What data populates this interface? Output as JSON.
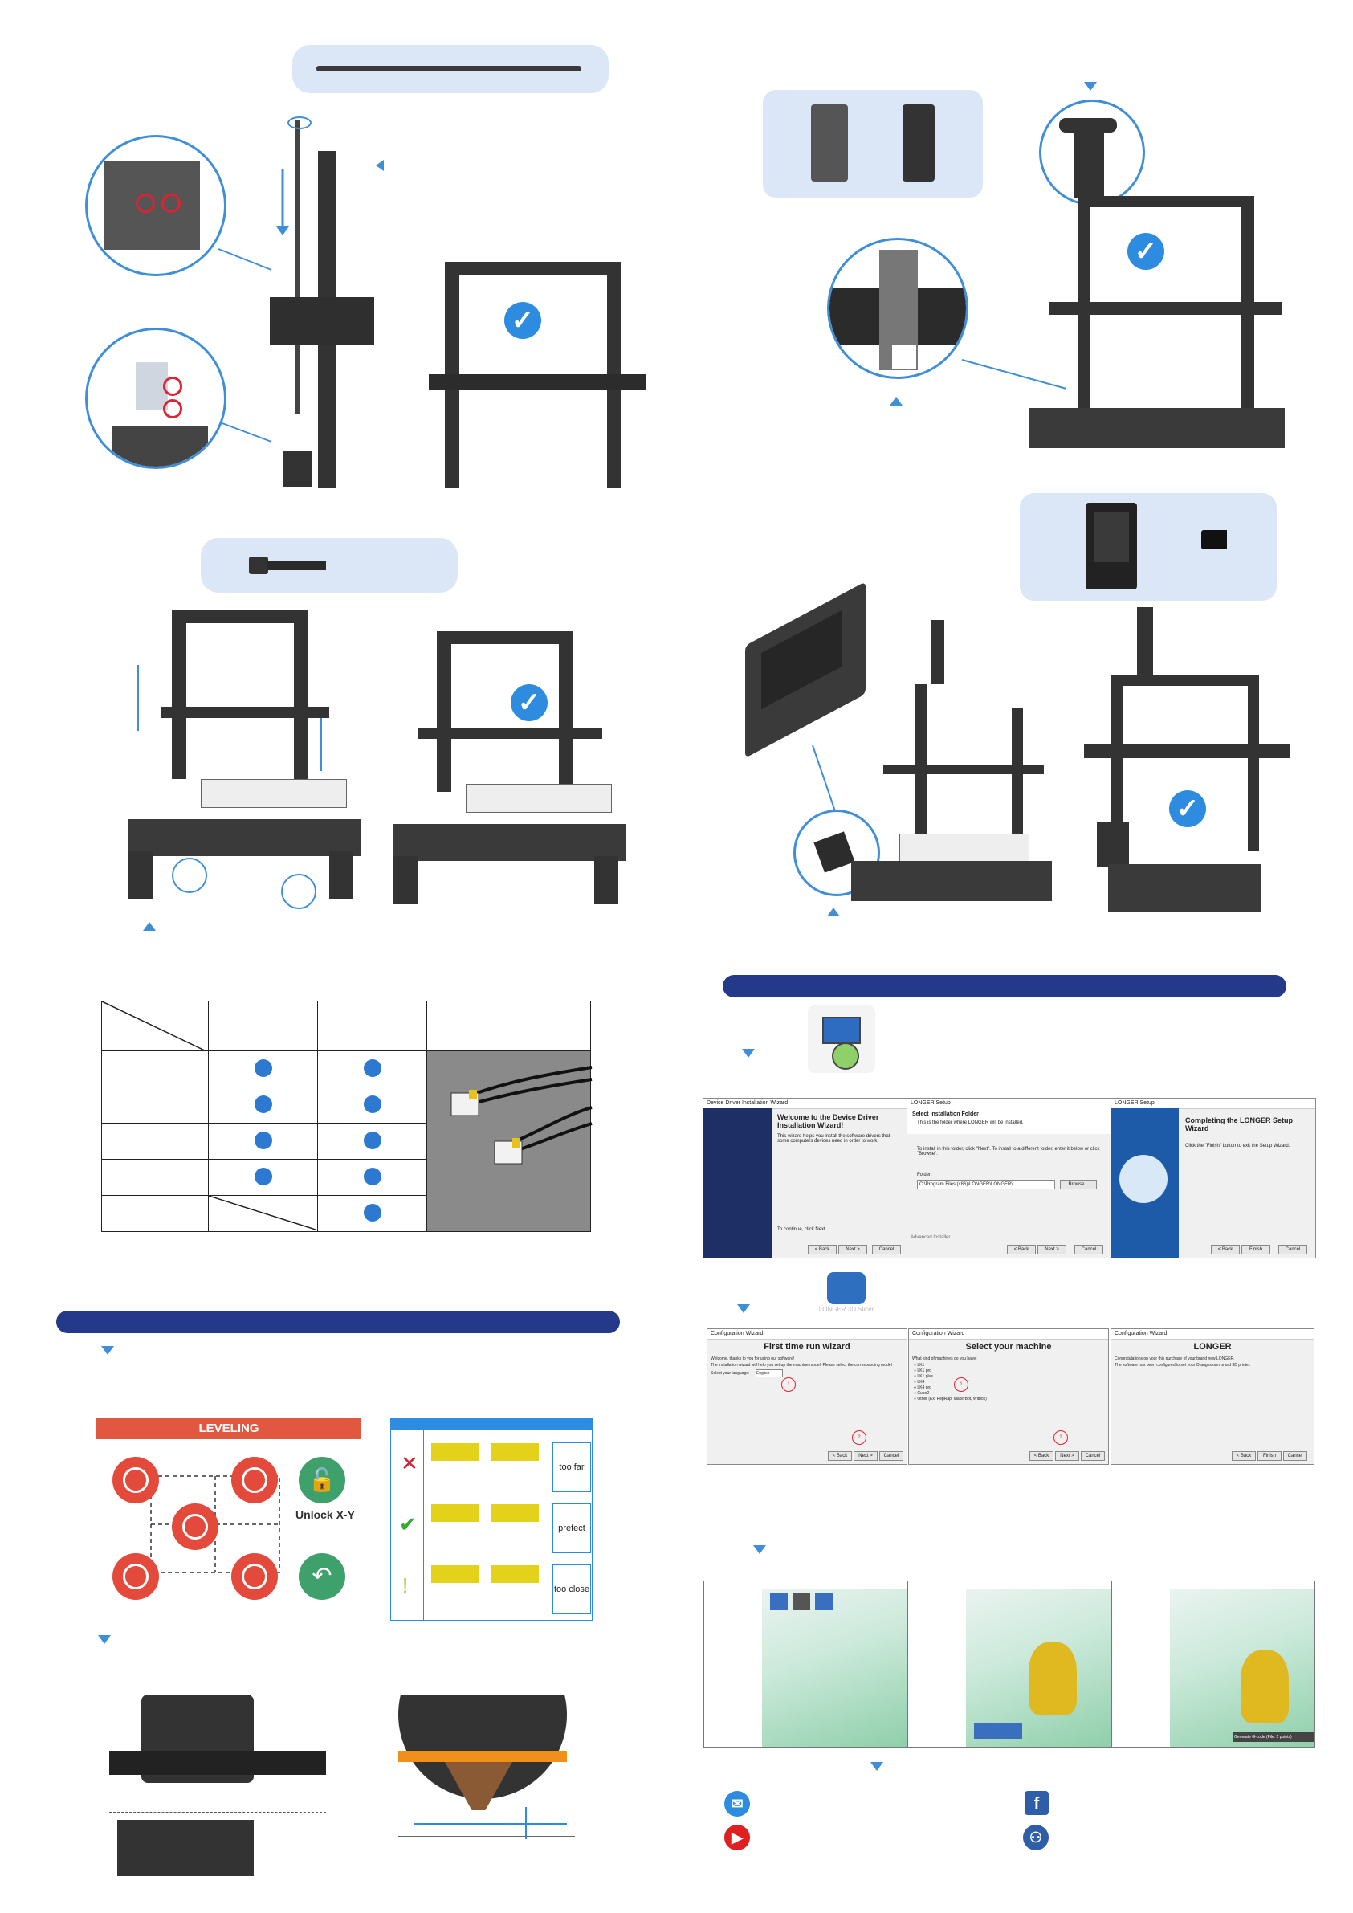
{
  "doc": {
    "wiring_table": {
      "headers": [
        "",
        "",
        "",
        ""
      ],
      "rows": [
        {
          "dots": [
            true,
            true
          ]
        },
        {
          "dots": [
            true,
            true
          ]
        },
        {
          "dots": [
            true,
            true
          ]
        },
        {
          "dots": [
            true,
            true
          ]
        },
        {
          "dots": [
            false,
            true
          ]
        }
      ]
    },
    "leveling": {
      "title": "LEVELING",
      "unlock_label": "Unlock X-Y",
      "nozzle_states": [
        "too far",
        "prefect",
        "too close"
      ]
    },
    "driver_wizard": {
      "win1_title": "Device Driver Installation Wizard",
      "win1_heading": "Welcome to the Device Driver Installation Wizard!",
      "win1_body": "This wizard helps you install the software drivers that some computers devices need in order to work.",
      "win1_footer": "To continue, click Next.",
      "win1_buttons": [
        "< Back",
        "Next >",
        "Cancel"
      ],
      "win2_title": "LONGER Setup",
      "win2_heading": "Select Installation Folder",
      "win2_sub": "This is the folder where LONGER will be installed.",
      "win2_body": "To install in this folder, click \"Next\". To install to a different folder, enter it below or click \"Browse\".",
      "win2_folder_label": "Folder:",
      "win2_folder_value": "C:\\Program Files (x86)\\LONGER\\LONGER\\",
      "win2_browse": "Browse...",
      "win2_advanced": "Advanced Installer",
      "win2_buttons": [
        "< Back",
        "Next >",
        "Cancel"
      ],
      "win3_title": "LONGER Setup",
      "win3_heading": "Completing the LONGER Setup Wizard",
      "win3_body": "Click the \"Finish\" button to exit the Setup Wizard.",
      "win3_buttons": [
        "< Back",
        "Finish",
        "Cancel"
      ]
    },
    "config_wizard": {
      "win_title": "Configuration Wizard",
      "p1_heading": "First time run wizard",
      "p1_lines": [
        "Welcome, thanks to you for using our software!",
        "The installation wizard will help you set up the machine model. Please select the corresponding model",
        "Select your language:"
      ],
      "p1_language": "English",
      "p2_heading": "Select your machine",
      "p2_intro": "What kind of machines do you have:",
      "p2_options": [
        "LK1",
        "LK1 pro",
        "LK1 plus",
        "LK4",
        "LK4 pro",
        "Cube2",
        "Other (Ex: RepRap, MakerBot, Witbox)"
      ],
      "p3_heading": "LONGER",
      "p3_lines": [
        "Congratulations on your this purchase of your brand new LONGER.",
        "The software has been configured to set your Orangestorm brand 3D printer."
      ],
      "buttons_p1": [
        "< Back",
        "Next >",
        "Cancel"
      ],
      "buttons_p3": [
        "< Back",
        "Finish",
        "Cancel"
      ],
      "markers": [
        "1",
        "2"
      ]
    },
    "slicer_icon_label": "LONGER 3D Slicer",
    "slicer_status": "Generate G-code (File: 5 points)"
  },
  "colors": {
    "accent_blue": "#3f8fd8",
    "banner_navy": "#25398a",
    "pill_bg": "#dbe6f7",
    "leveling_red": "#e34a3b",
    "leveling_green": "#3ea06a"
  },
  "icons": [
    "check-icon",
    "email-icon",
    "facebook-icon",
    "youtube-icon",
    "group-icon"
  ]
}
